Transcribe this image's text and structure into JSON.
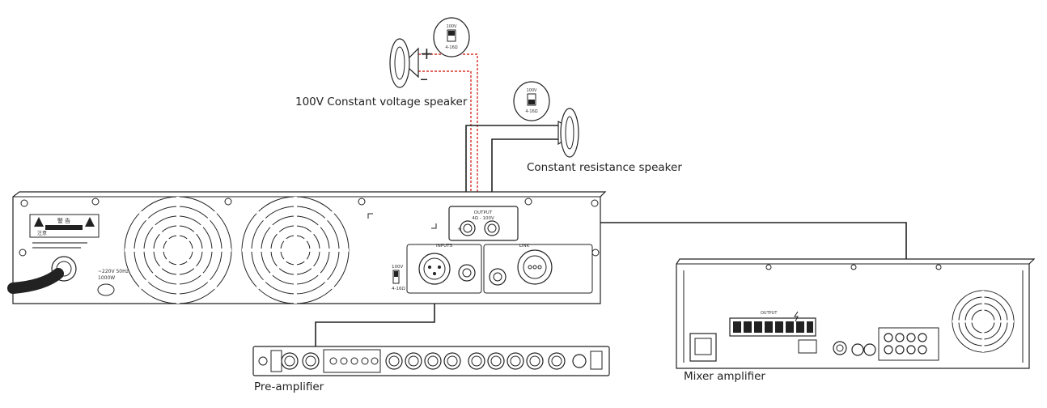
{
  "labels": {
    "cv_speaker": "100V Constant voltage speaker",
    "cr_speaker": "Constant resistance speaker",
    "pre_amplifier": "Pre-amplifier",
    "mixer_amplifier": "Mixer amplifier"
  },
  "polarity": {
    "plus": "+",
    "minus": "–"
  },
  "switch_badge": {
    "top": "100V",
    "bottom": "4-16Ω"
  },
  "power_amp": {
    "output_title": "OUTPUT",
    "output_sub": "4Ω - 100V",
    "inputs_title": "INPUTS",
    "link_title": "LINK",
    "switch_top": "100V",
    "switch_bottom": "4-16Ω",
    "power_spec": "~220V 50Hz",
    "power_watts": "1000W",
    "warning_title": "警 告",
    "warning_note": "注意"
  },
  "mixer_amp": {
    "output_label": "OUTPUT"
  },
  "colors": {
    "line": "#222222",
    "wire_red": "#d9342b",
    "background": "#ffffff"
  }
}
